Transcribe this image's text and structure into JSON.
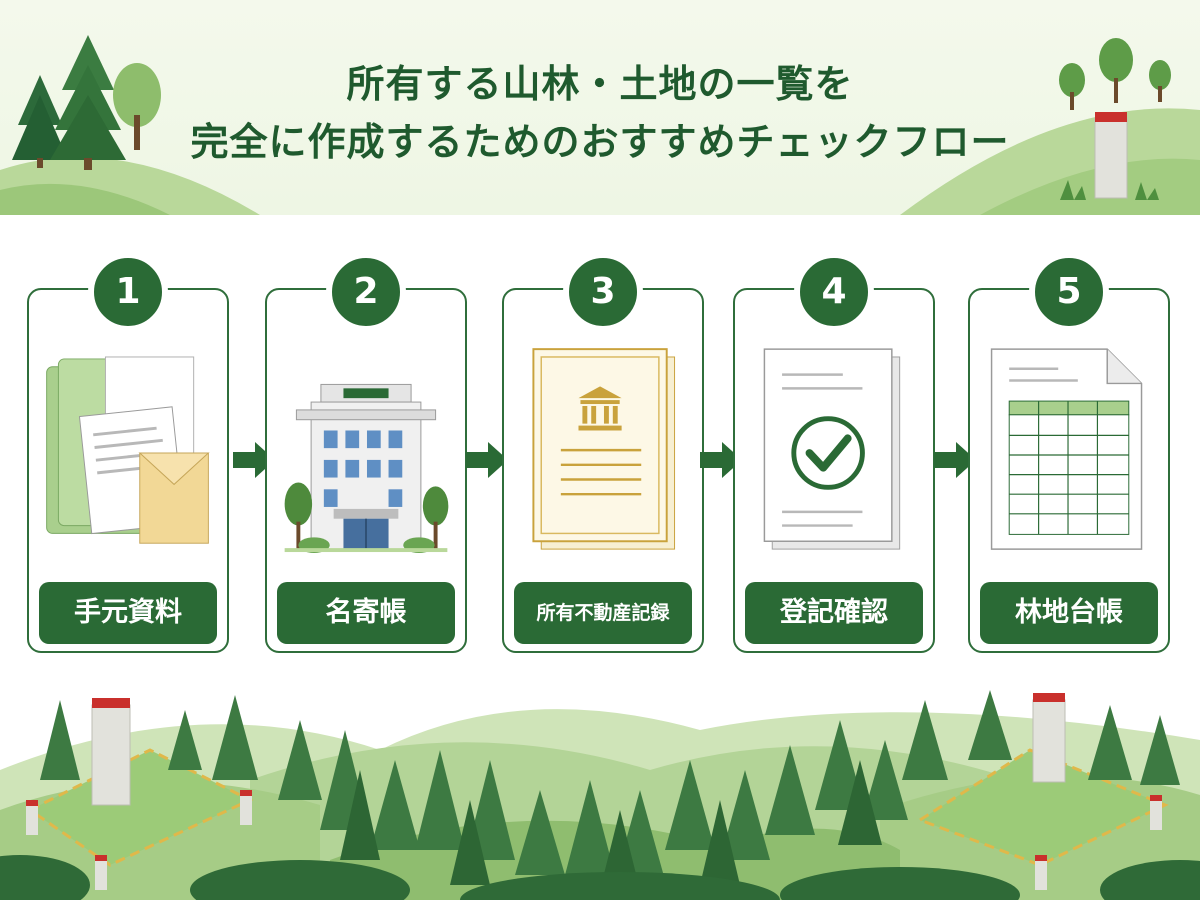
{
  "header": {
    "title_line1": "所有する山林・土地の一覧を",
    "title_line2": "完全に作成するためのおすすめチェックフロー"
  },
  "steps": [
    {
      "number": "1",
      "label": "手元資料",
      "icon": "documents-folder-icon"
    },
    {
      "number": "2",
      "label": "名寄帳",
      "icon": "government-building-icon"
    },
    {
      "number": "3",
      "label": "所有不動産記録",
      "icon": "certificate-icon"
    },
    {
      "number": "4",
      "label": "登記確認",
      "icon": "checkmark-document-icon"
    },
    {
      "number": "5",
      "label": "林地台帳",
      "icon": "spreadsheet-icon"
    }
  ],
  "colors": {
    "primary_green": "#2a6a35",
    "light_green": "#a9cf8d",
    "background": "#f4f9ec",
    "accent_red": "#c9302c",
    "accent_gold": "#c9a23c"
  }
}
